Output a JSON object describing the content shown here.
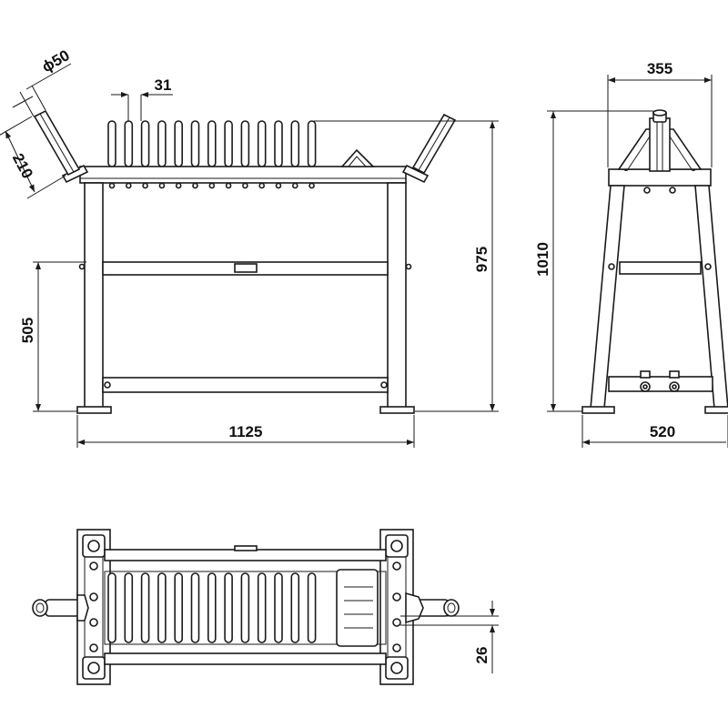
{
  "dimensions": {
    "diameter": "ϕ50",
    "peg_length": "210",
    "peg_spacing": "31",
    "front_height": "975",
    "shelf_height": "505",
    "width": "1125",
    "side_depth_top": "355",
    "side_height": "1010",
    "side_depth_base": "520",
    "bar_offset": "26"
  },
  "colors": {
    "line": "#1a1a1a",
    "background": "#ffffff"
  }
}
